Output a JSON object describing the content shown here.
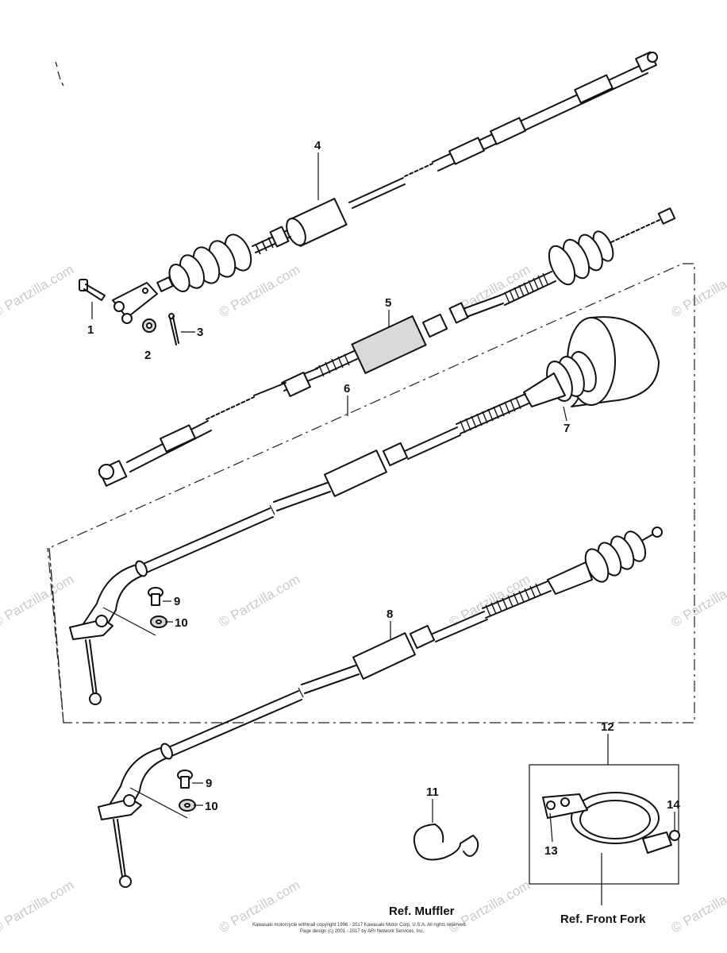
{
  "callouts": {
    "c1": "1",
    "c2": "2",
    "c3": "3",
    "c4": "4",
    "c5": "5",
    "c6": "6",
    "c7": "7",
    "c8": "8",
    "c9a": "9",
    "c10a": "10",
    "c9b": "9",
    "c10b": "10",
    "c11": "11",
    "c12": "12",
    "c13": "13",
    "c14": "14"
  },
  "refs": {
    "muffler": "Ref. Muffler",
    "front_fork": "Ref. Front Fork"
  },
  "watermark": "© Partzilla.com",
  "footer": {
    "line1": "Kawasaki motorcycle withinall copyright 1996 - 2017 Kawasaki Motor Corp, U.S.A. All rights reserved.",
    "line2": "Page design (c) 2001 - 2017 by ARI Network Services, Inc."
  }
}
